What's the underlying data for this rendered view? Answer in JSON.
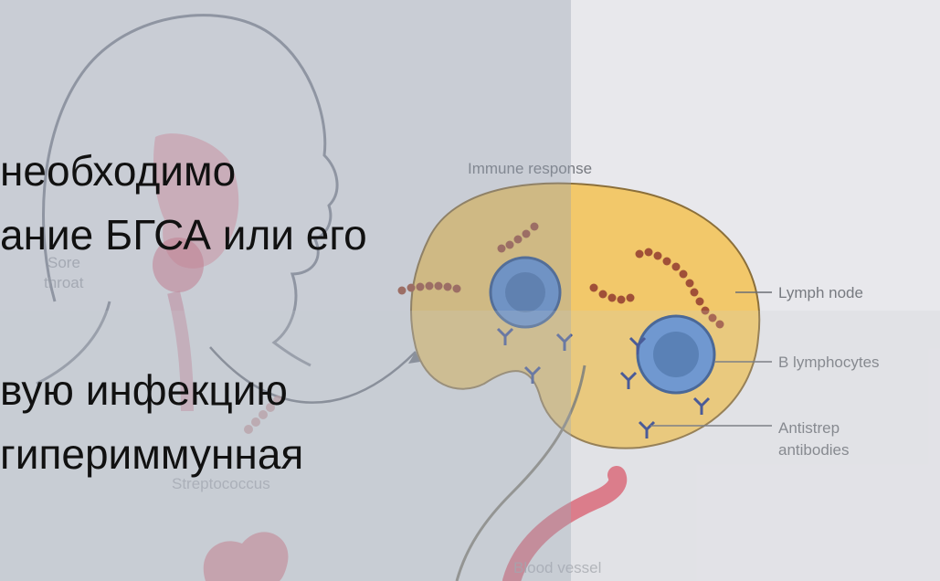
{
  "slide_text": {
    "line1": "необходимо",
    "line2": "ание БГСА или его",
    "line3": "вую инфекцию",
    "line4": "гипериммунная"
  },
  "diagram_labels": {
    "immune_response": "Immune response",
    "sore": "Sore",
    "throat": "throat",
    "lymph_node": "Lymph node",
    "b_lymphocytes": "B lymphocytes",
    "antistrep": "Antistrep",
    "antibodies": "antibodies",
    "streptococcus": "Streptococcus",
    "blood_vessel": "Blood vessel"
  },
  "colors": {
    "lymph_node_fill": "#f2c86a",
    "vessel": "#e06a7a",
    "cell_blue": "#3f6fb0",
    "bacteria": "#a05038"
  }
}
